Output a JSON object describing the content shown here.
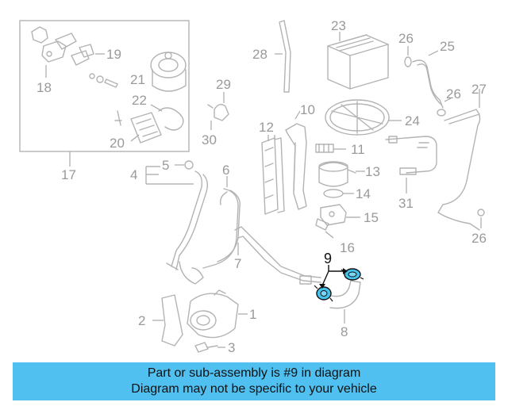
{
  "colors": {
    "banner": "#4fc0f0",
    "highlight": "#45c3ec",
    "parts": "#b3b3b3",
    "labels": "#9a9a9a"
  },
  "labels": {
    "l1": "1",
    "l2": "2",
    "l3": "3",
    "l4": "4",
    "l5": "5",
    "l6": "6",
    "l7": "7",
    "l8": "8",
    "l9": "9",
    "l10": "10",
    "l11": "11",
    "l12": "12",
    "l13": "13",
    "l14": "14",
    "l15": "15",
    "l16": "16",
    "l17": "17",
    "l18": "18",
    "l19": "19",
    "l20": "20",
    "l21": "21",
    "l22": "22",
    "l23": "23",
    "l24": "24",
    "l25": "25",
    "l26a": "26",
    "l26b": "26",
    "l26c": "26",
    "l27": "27",
    "l28": "28",
    "l29": "29",
    "l30": "30",
    "l31": "31"
  },
  "banner": {
    "line1": "Part or sub-assembly is #9 in diagram",
    "line2": "Diagram may not be specific to your vehicle"
  }
}
